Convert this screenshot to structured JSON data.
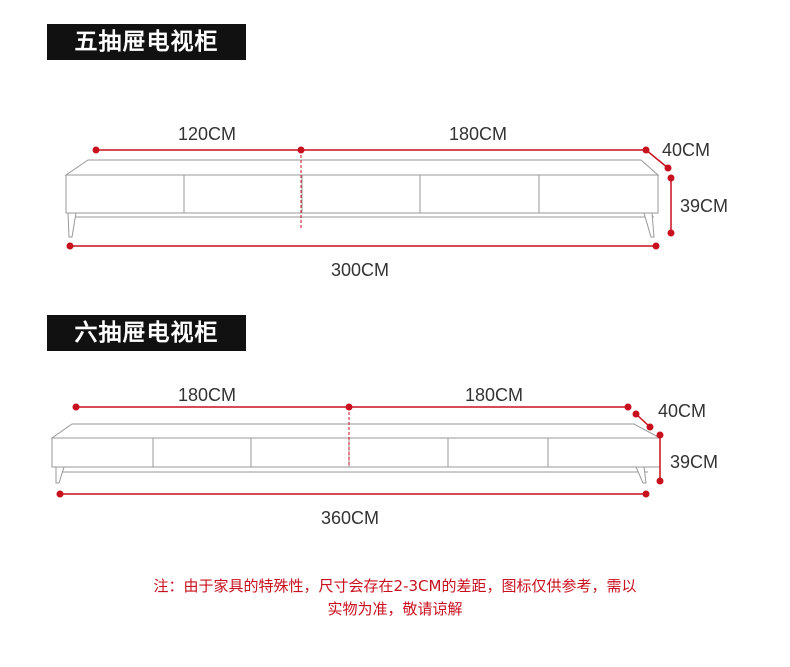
{
  "sections": [
    {
      "title": "五抽屉电视柜",
      "left_width": "120CM",
      "right_width": "180CM",
      "depth": "40CM",
      "height": "39CM",
      "total_width": "300CM"
    },
    {
      "title": "六抽屉电视柜",
      "left_width": "180CM",
      "right_width": "180CM",
      "depth": "40CM",
      "height": "39CM",
      "total_width": "360CM"
    }
  ],
  "note": {
    "line1": "注：由于家具的特殊性，尺寸会存在2-3CM的差距，图标仅供参考，需以",
    "line2": "实物为准，敬请谅解"
  },
  "colors": {
    "dimension": "#c8101e",
    "title_bg": "#111111"
  }
}
